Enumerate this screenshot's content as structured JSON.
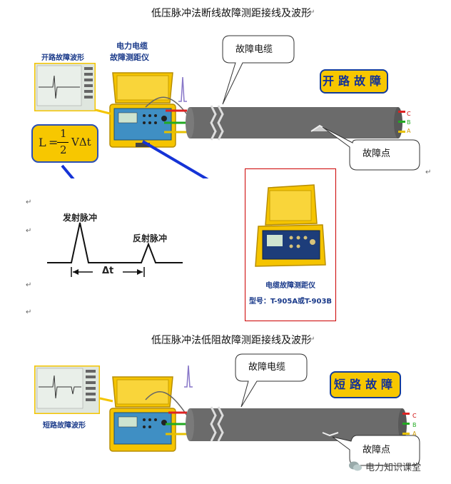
{
  "top": {
    "title": "低压脉冲法断线故障测距接线及波形",
    "device_label_line1": "电力电缆",
    "device_label_line2": "故障测距仪",
    "waveform_caption": "开路故障波形",
    "cable_callout": "故障电缆",
    "fault_callout": "故障点",
    "fault_type_badge": "开路故障",
    "phase_labels": [
      "C",
      "B",
      "A"
    ],
    "formula": {
      "lhs": "L",
      "eq": "=",
      "num": "1",
      "den": "2",
      "rhs": "VΔt"
    },
    "pulse_diagram": {
      "emit_label": "发射脉冲",
      "reflect_label": "反射脉冲",
      "delta_label": "Δt"
    },
    "product": {
      "name": "电缆故障测距仪",
      "model": "型号：T-905A或T-903B"
    }
  },
  "bottom": {
    "title": "低压脉冲法低阻故障测距接线及波形",
    "waveform_caption": "短路故障波形",
    "cable_callout": "故障电缆",
    "fault_callout": "故障点",
    "fault_type_badge": "短路故障",
    "phase_labels": [
      "C",
      "B",
      "A"
    ]
  },
  "watermark": "电力知识课堂",
  "paragraph_mark": "↵",
  "colors": {
    "badge_fill": "#f7c700",
    "badge_border": "#123b9a",
    "arrow_blue": "#1533d6",
    "cable_gray": "#6b6b6b",
    "device_yellow": "#f5c400"
  }
}
